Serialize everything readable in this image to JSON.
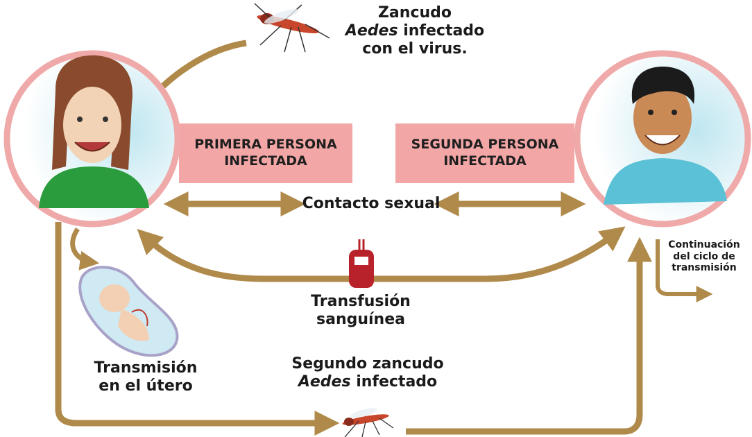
{
  "mosquito1": {
    "line1": "Zancudo",
    "line2_italic": "Aedes",
    "line2_rest": " infectado",
    "line3": "con el virus."
  },
  "person1": {
    "line1": "PRIMERA PERSONA",
    "line2": "INFECTADA"
  },
  "person2": {
    "line1": "SEGUNDA PERSONA",
    "line2": "INFECTADA"
  },
  "sexual_contact": "Contacto sexual",
  "transfusion": {
    "line1": "Transfusión",
    "line2": "sanguínea"
  },
  "uterus": {
    "line1": "Transmisión",
    "line2": "en el útero"
  },
  "mosquito2": {
    "line1": "Segundo zancudo",
    "line2_italic": "Aedes",
    "line2_rest": " infectado"
  },
  "continuation": {
    "line1": "Continuación",
    "line2": "del ciclo de",
    "line3": "transmisión"
  },
  "colors": {
    "arrow": "#b08a4a",
    "banner": "#f3a6a6",
    "ring": "#f0a9a9",
    "blood": "#b8232b"
  },
  "icons": [
    "mosquito-icon",
    "woman-avatar",
    "man-avatar",
    "blood-bag-icon",
    "fetus-icon"
  ]
}
